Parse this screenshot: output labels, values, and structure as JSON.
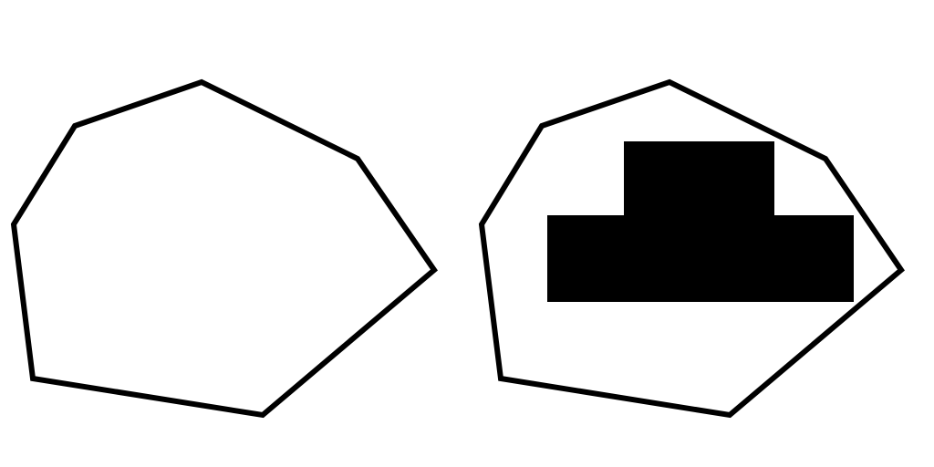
{
  "colors": {
    "background": "#ffffff",
    "stroke": "#000000",
    "fill": "#000000"
  },
  "panels": [
    {
      "name": "outline-heptagon",
      "shape": "heptagon",
      "content": "empty"
    },
    {
      "name": "heptagon-with-stepped-block",
      "shape": "heptagon",
      "content": "stepped-block"
    }
  ]
}
